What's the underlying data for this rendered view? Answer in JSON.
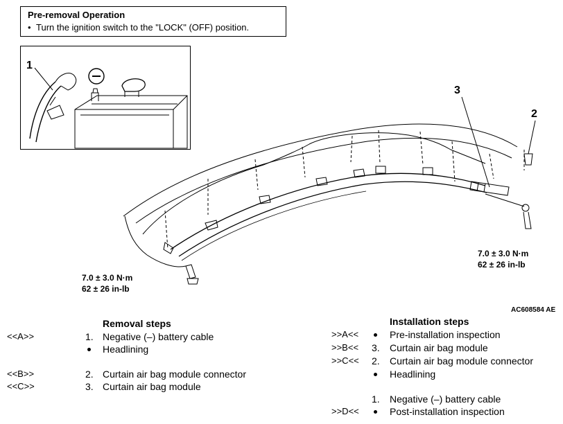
{
  "note": {
    "title": "Pre-removal Operation",
    "bullet": "•",
    "item": "Turn the ignition switch to the \"LOCK\" (OFF) position."
  },
  "callouts": {
    "c1": "1",
    "c2": "2",
    "c3": "3"
  },
  "battery_symbol": "–",
  "torque_left": {
    "line1": "7.0 ± 3.0 N·m",
    "line2": "62 ± 26 in-lb"
  },
  "torque_right": {
    "line1": "7.0 ± 3.0 N·m",
    "line2": "62 ± 26 in-lb"
  },
  "figure_ref": "AC608584 AE",
  "removal": {
    "title": "Removal steps",
    "rows": [
      {
        "code": "<<A>>",
        "num": "1.",
        "text": "Negative (–) battery cable"
      },
      {
        "code": "",
        "num": "•",
        "text": "Headlining"
      },
      {
        "code": "<<B>>",
        "num": "2.",
        "text": "Curtain air bag module connector"
      },
      {
        "code": "<<C>>",
        "num": "3.",
        "text": "Curtain air bag module"
      }
    ]
  },
  "installation": {
    "title": "Installation steps",
    "rows": [
      {
        "code": ">>A<<",
        "num": "•",
        "text": "Pre-installation inspection"
      },
      {
        "code": ">>B<<",
        "num": "3.",
        "text": "Curtain air bag module"
      },
      {
        "code": ">>C<<",
        "num": "2.",
        "text": "Curtain air bag module connector"
      },
      {
        "code": "",
        "num": "•",
        "text": "Headlining"
      },
      {
        "code": "",
        "num": "1.",
        "text": "Negative (–) battery cable"
      },
      {
        "code": ">>D<<",
        "num": "•",
        "text": "Post-installation inspection"
      }
    ]
  }
}
